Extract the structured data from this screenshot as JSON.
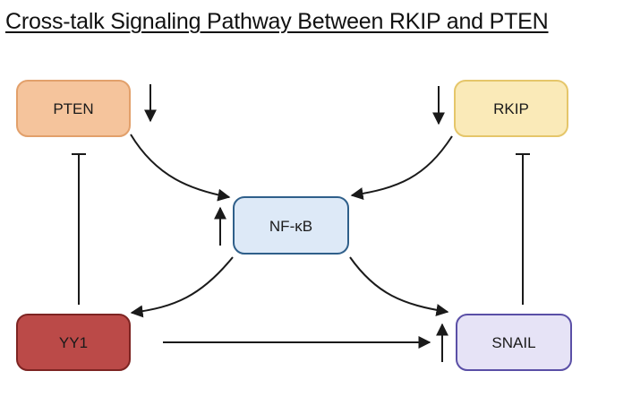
{
  "title": "Cross-talk Signaling Pathway Between RKIP and PTEN",
  "nodes": {
    "pten": {
      "label": "PTEN",
      "fill": "#f5c49c",
      "stroke": "#e2a06b"
    },
    "rkip": {
      "label": "RKIP",
      "fill": "#faeab8",
      "stroke": "#e5c66a"
    },
    "nfkb": {
      "label": "NF-κB",
      "fill": "#dde9f7",
      "stroke": "#2f5f8a"
    },
    "yy1": {
      "label": "YY1",
      "fill": "#bb4a48",
      "stroke": "#7d2422"
    },
    "snail": {
      "label": "SNAIL",
      "fill": "#e6e3f6",
      "stroke": "#5a4fa6"
    }
  },
  "edges": [
    {
      "from": "PTEN",
      "to": "NF-κB",
      "type": "activation"
    },
    {
      "from": "RKIP",
      "to": "NF-κB",
      "type": "activation"
    },
    {
      "from": "NF-κB",
      "to": "YY1",
      "type": "activation"
    },
    {
      "from": "NF-κB",
      "to": "SNAIL",
      "type": "activation"
    },
    {
      "from": "YY1",
      "to": "SNAIL",
      "type": "activation"
    },
    {
      "from": "YY1",
      "to": "PTEN",
      "type": "inhibition"
    },
    {
      "from": "SNAIL",
      "to": "RKIP",
      "type": "inhibition"
    }
  ],
  "expression_changes": [
    {
      "node": "PTEN",
      "direction": "down"
    },
    {
      "node": "RKIP",
      "direction": "down"
    },
    {
      "node": "NF-κB",
      "direction": "up"
    },
    {
      "node": "SNAIL",
      "direction": "up"
    }
  ],
  "colors": {
    "arrow": "#1a1a1a"
  }
}
